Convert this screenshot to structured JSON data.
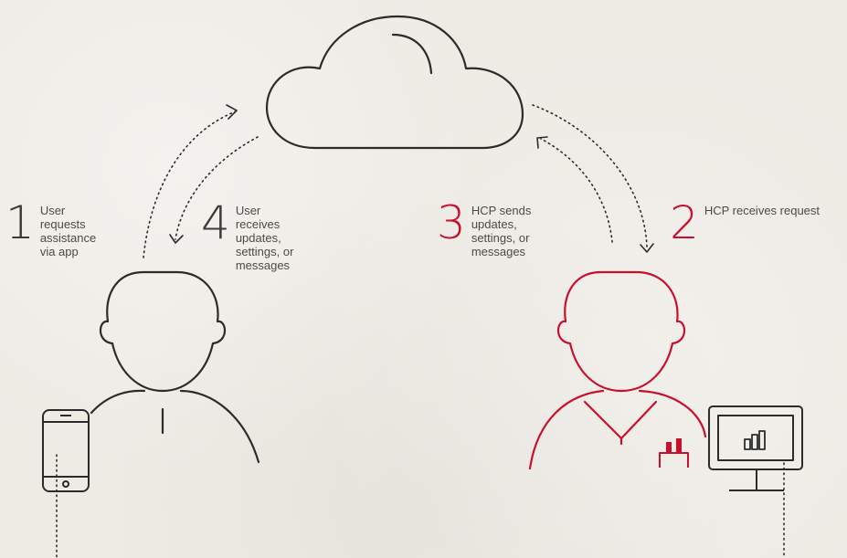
{
  "steps": [
    {
      "number": "1",
      "lines": [
        "User",
        "requests",
        "assistance",
        "via app"
      ]
    },
    {
      "number": "2",
      "lines": [
        "HCP receives request"
      ]
    },
    {
      "number": "3",
      "lines": [
        "HCP sends",
        "updates,",
        "settings, or",
        "messages"
      ]
    },
    {
      "number": "4",
      "lines": [
        "User",
        "receives",
        "updates,",
        "settings, or",
        "messages"
      ]
    }
  ],
  "colors": {
    "line": "#2b2b2b",
    "accent": "#c8102e",
    "background": "#eeebe5"
  },
  "icons": [
    "cloud-icon",
    "user-person-icon",
    "hcp-person-icon",
    "smartphone-icon",
    "monitor-icon",
    "bar-chart-icon",
    "hcp-badge-icon"
  ]
}
